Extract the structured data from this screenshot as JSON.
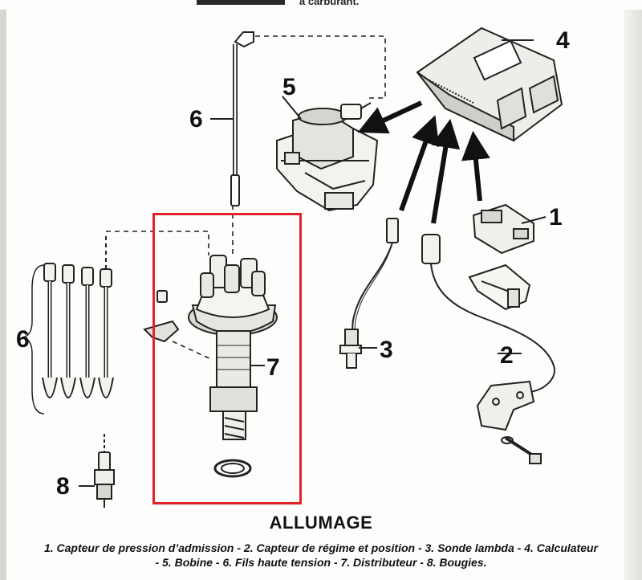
{
  "header": {
    "fragment_text": "à carburant."
  },
  "diagram": {
    "labels": {
      "bobine": "5",
      "fil_coil": "6",
      "calculateur": "4",
      "capteur_pression": "1",
      "sonde_lambda": "3",
      "capteur_regime": "2",
      "fils_bougies": "6",
      "distributeur": "7",
      "bougie": "8"
    },
    "highlight_color": "#e0242a"
  },
  "caption": {
    "title": "ALLUMAGE",
    "line1": "1. Capteur de pression d’admission - 2. Capteur de régime et position - 3. Sonde lambda - 4. Calculateur",
    "line2": "- 5. Bobine - 6. Fils haute tension - 7. Distributeur - 8. Bougies."
  }
}
